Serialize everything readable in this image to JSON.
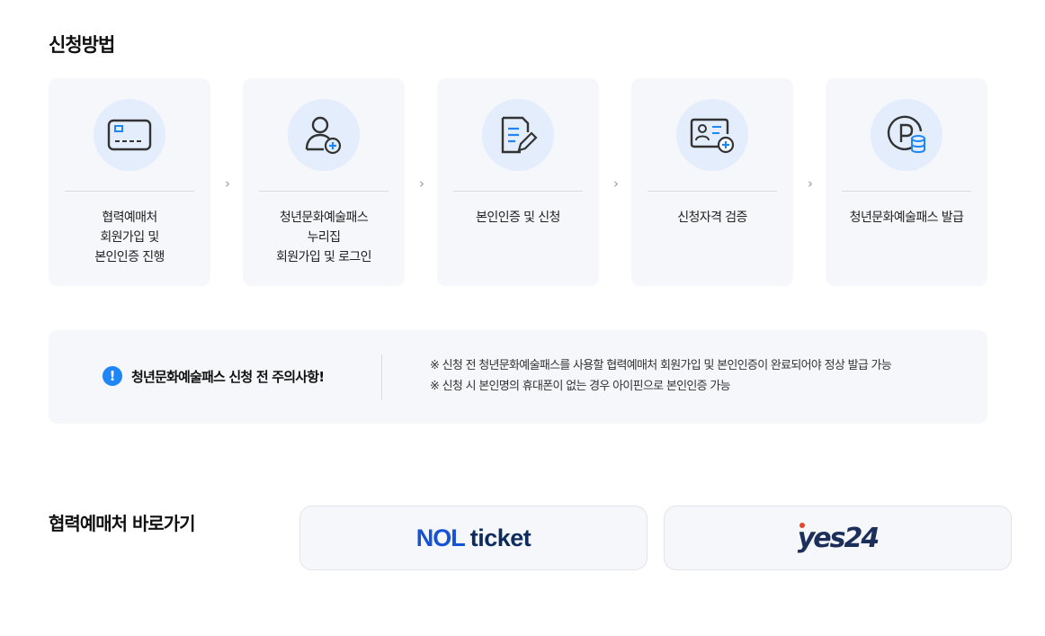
{
  "section": {
    "title": "신청방법"
  },
  "steps": [
    {
      "label": "협력예매처\n회원가입 및\n본인인증 진행",
      "icon": "card-icon"
    },
    {
      "label": "청년문화예술패스\n누리집\n회원가입 및 로그인",
      "icon": "user-add-icon"
    },
    {
      "label": "본인인증 및 신청",
      "icon": "document-edit-icon"
    },
    {
      "label": "신청자격 검증",
      "icon": "id-card-check-icon"
    },
    {
      "label": "청년문화예술패스 발급",
      "icon": "point-coin-icon"
    }
  ],
  "chevron": "›",
  "notice": {
    "icon_text": "!",
    "title": "청년문화예술패스 신청 전 주의사항!",
    "items": [
      "※ 신청 전 청년문화예술패스를 사용할 협력예매처 회원가입 및 본인인증이 완료되어야 정상 발급 가능",
      "※ 신청 시 본인명의 휴대폰이 없는 경우 아이핀으로 본인인증 가능"
    ]
  },
  "partners": {
    "title": "협력예매처 바로가기",
    "nol": {
      "brand": "NOL",
      "word": "ticket"
    },
    "yes24": {
      "logo": "yes24"
    }
  },
  "colors": {
    "accent": "#1f86f5",
    "icon_bg": "#e3edfb",
    "card_bg": "#f5f7fa",
    "nol_blue": "#1652d6",
    "yes_red": "#e8452b"
  }
}
